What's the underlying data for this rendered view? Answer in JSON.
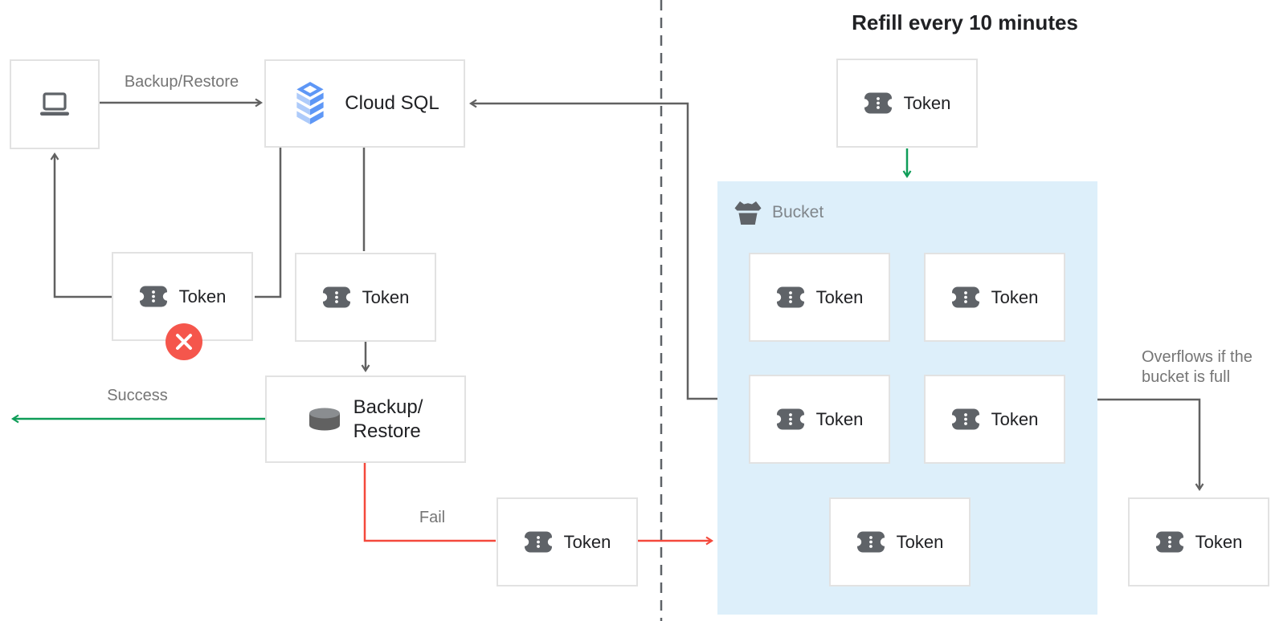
{
  "diagram": {
    "title": "Refill every 10 minutes",
    "edge_labels": {
      "backup_restore": "Backup/Restore",
      "success": "Success",
      "fail": "Fail",
      "overflow_line1": "Overflows if the",
      "overflow_line2": "bucket is full"
    },
    "nodes": {
      "cloud_sql": "Cloud SQL",
      "backup_line1": "Backup/",
      "backup_line2": "Restore",
      "bucket": "Bucket",
      "token": "Token"
    },
    "colors": {
      "success_green": "#0f9d58",
      "fail_red": "#f4493c",
      "error_badge_red": "#f5564c",
      "bucket_fill": "#ddeffa",
      "connector_gray": "#616161",
      "label_gray": "#757575",
      "text_dark": "#202124",
      "box_border": "#e2e2e2",
      "icon_gray": "#5f6368",
      "cloud_sql_blue": "#5e97f6",
      "cloud_sql_light_blue": "#aecbfa"
    }
  }
}
